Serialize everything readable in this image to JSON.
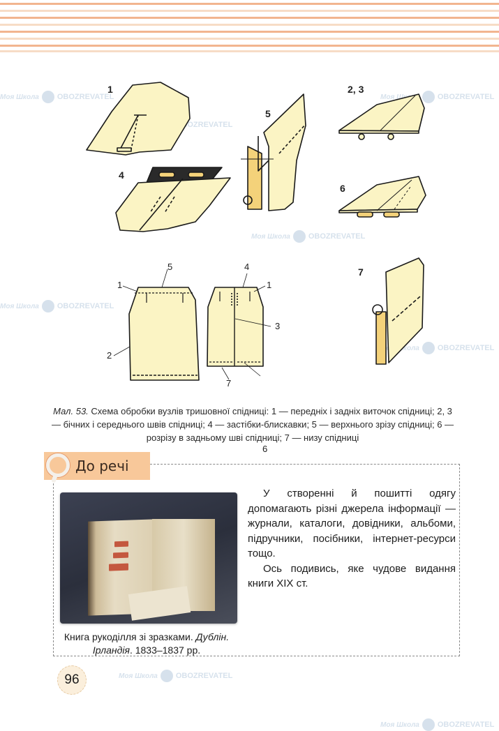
{
  "header": {
    "stripe_colors": [
      "#f2b58f",
      "#f7dcc6"
    ]
  },
  "watermark": {
    "school_text": "Моя Школа",
    "brand_text": "OBOZREVATEL",
    "color": "#c9d8e6"
  },
  "figure": {
    "labels": {
      "d1": "1",
      "d23": "2, 3",
      "d4": "4",
      "d5": "5",
      "d6": "6",
      "d7": "7"
    },
    "front_skirt_callouts": {
      "c5": "5",
      "c1": "1",
      "c2": "2"
    },
    "back_skirt_callouts": {
      "c4": "4",
      "c1": "1",
      "c3": "3",
      "c6": "6",
      "c7": "7"
    },
    "fabric_color": "#fbf4c4",
    "zipper_color": "#f4d27a"
  },
  "caption": {
    "lead": "Мал. 53.",
    "text": " Схема обробки вузлів тришовної спідниці: 1 — передніх і задніх виточок спідниці; 2, 3 — бічних і середнього швів спідниці; 4 — застібки-блискавки; 5 — верхнього зрізу спідниці; 6 — розрізу в задньому шві спідниці; 7 — низу спідниці"
  },
  "note": {
    "tab_title": "До речі",
    "tab_color": "#f8c89a",
    "paragraph1": "У створенні й пошитті одягу допомагають різні джерела інформації — журнали, каталоги, довідники, альбоми, підручники, посібники, інтернет-ресурси тощо.",
    "paragraph2": "Ось подивись, яке чудове видання книги XIX ст.",
    "photo_caption_normal": "Книга рукоділля зі зразками. ",
    "photo_caption_italic1": "Дублін.",
    "photo_caption_italic2": "Ірландія",
    "photo_caption_end": ". 1833–1837 рр."
  },
  "page": {
    "number": "96"
  }
}
